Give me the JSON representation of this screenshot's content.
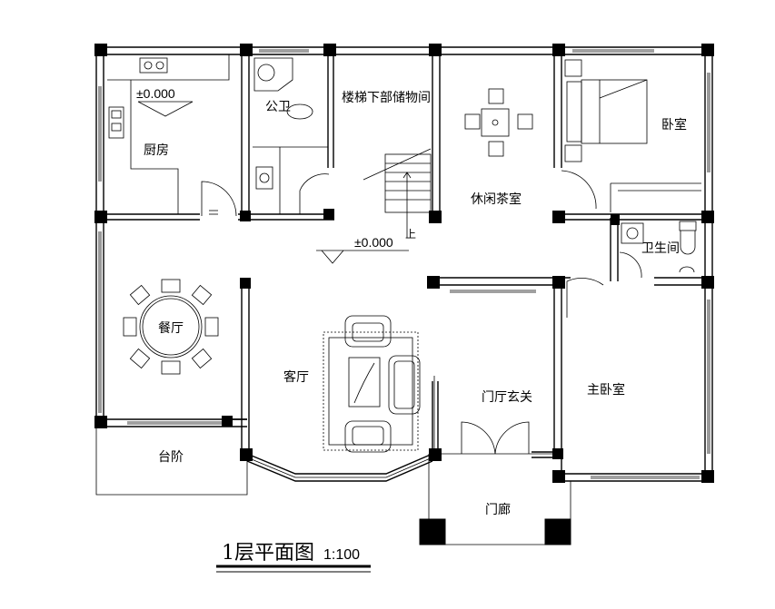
{
  "drawing": {
    "title": "1层平面图",
    "scale": "1:100"
  },
  "rooms": {
    "kitchen": "厨房",
    "public_toilet": "公卫",
    "understair_storage": "楼梯下部储物间",
    "tea_room": "休闲茶室",
    "bedroom": "卧室",
    "bathroom": "卫生间",
    "dining": "餐厅",
    "living": "客厅",
    "foyer": "门厅玄关",
    "master_bedroom": "主卧室",
    "steps": "台阶",
    "porch": "门廊"
  },
  "elevations": {
    "kitchen": "±0.000",
    "hall": "±0.000"
  },
  "stair_mark": "上"
}
